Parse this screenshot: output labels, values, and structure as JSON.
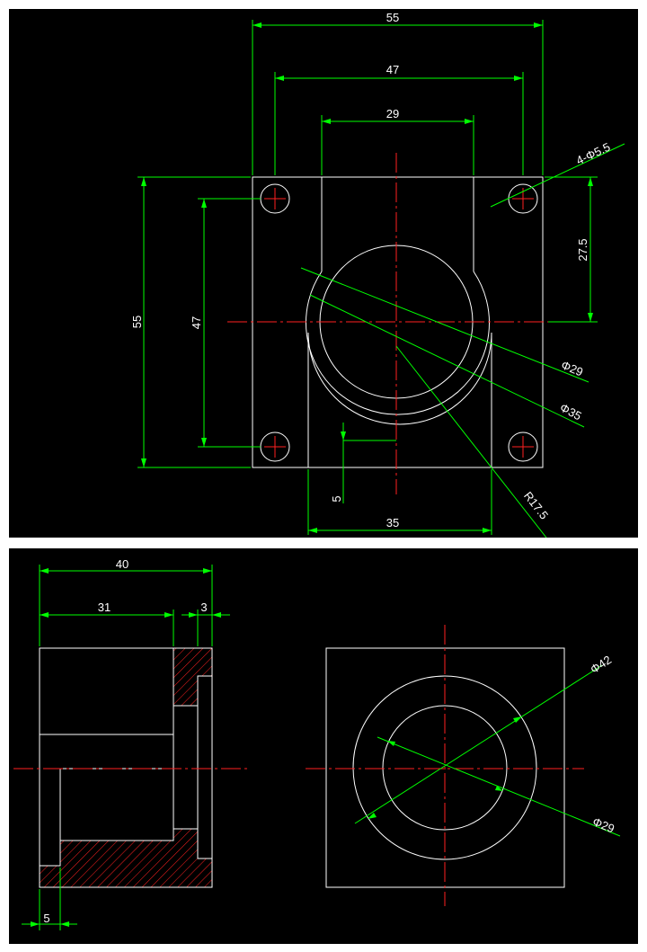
{
  "top_view": {
    "dim_overall_width": "55",
    "dim_hole_spacing_x": "47",
    "dim_slot_width": "29",
    "dim_holes": "4-Φ5.5",
    "dim_offset": "27.5",
    "dim_overall_height": "55",
    "dim_hole_spacing_y": "47",
    "dim_bore": "Φ29",
    "dim_boss": "Φ35",
    "dim_step": "5",
    "dim_radius": "R17.5",
    "dim_boss_width": "35"
  },
  "side_view": {
    "dim_length": "40",
    "dim_body": "31",
    "dim_flange": "3",
    "dim_wall": "5"
  },
  "end_view": {
    "dim_outer": "Φ42",
    "dim_inner": "Φ29"
  },
  "colors": {
    "background": "#000000",
    "outline": "#ffffff",
    "dimension": "#00ff00",
    "centerline": "#ff2020",
    "hatch": "#ff2020"
  }
}
